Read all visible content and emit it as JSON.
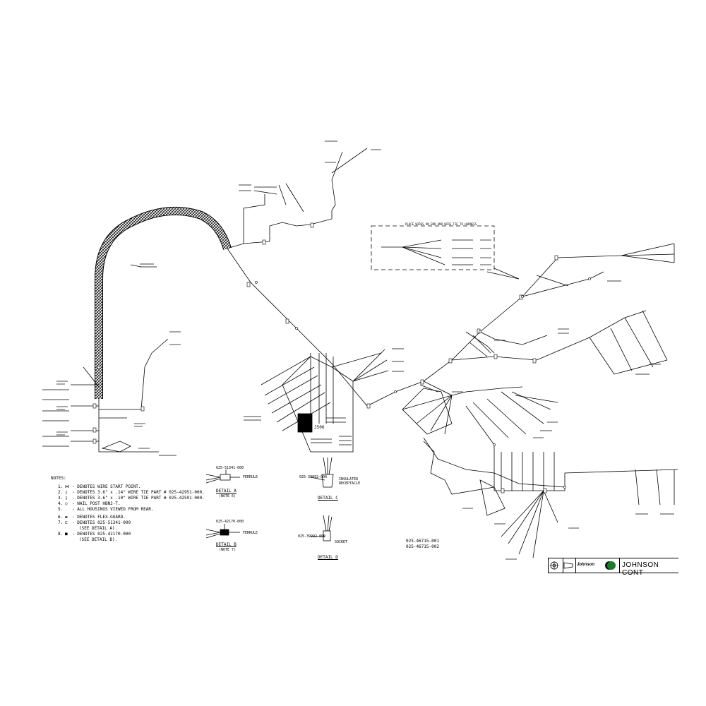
{
  "notes": {
    "title": "NOTES:",
    "items": [
      {
        "num": "1.",
        "sym": "⋈",
        "text": "- DENOTES WIRE START POINT."
      },
      {
        "num": "2.",
        "sym": "▯",
        "text": "- DENOTES 3.6\" x .14\" WIRE TIE PART # 025-42951-000."
      },
      {
        "num": "3.",
        "sym": "▯",
        "text": "- DENOTES 3.6\" x .10\" WIRE TIE PART # 025-42591-000."
      },
      {
        "num": "4.",
        "sym": "○",
        "text": "- NAIL POST HBN2-T."
      },
      {
        "num": "5.",
        "sym": "",
        "text": "- ALL HOUSINGS VIEWED FROM REAR."
      },
      {
        "num": "6.",
        "sym": "▬",
        "text": "- DENOTES FLEX-GUARD."
      },
      {
        "num": "7.",
        "sym": "⊏",
        "text": "- DENOTES 025-51341-000"
      },
      {
        "num": "",
        "sym": "",
        "text": "(SEE DETAIL A)."
      },
      {
        "num": "8.",
        "sym": "■",
        "text": "- DENOTES 025-42170-000"
      },
      {
        "num": "",
        "sym": "",
        "text": "(SEE DETAIL B)."
      }
    ]
  },
  "details": {
    "a": {
      "part": "025-51341-000",
      "callout": "FERRULE",
      "label": "DETAIL A",
      "note": "(NOTE 6)"
    },
    "b": {
      "part": "025-42170-000",
      "callout": "FERRULE",
      "label": "DETAIL B",
      "note": "(NOTE 7)"
    },
    "c": {
      "part": "025-39992-000",
      "callout1": "INSULATED",
      "callout2": "RECEPTACLE",
      "label": "DETAIL C"
    },
    "d": {
      "part": "025-39992-000",
      "callout": "SOCKET",
      "label": "DETAIL D"
    }
  },
  "assembly_numbers": [
    "025-46715-001",
    "025-46715-002"
  ],
  "connector_label": "J506",
  "dashed_box_label": "PLACE WIRES ON END AND WIRE TIE TO HARNESS",
  "title_block": {
    "logo_text": "Johnson",
    "company": "JOHNSON CONT"
  },
  "colors": {
    "line": "#000000",
    "logo_green": "#1f7a2e",
    "logo_dark": "#111111"
  }
}
